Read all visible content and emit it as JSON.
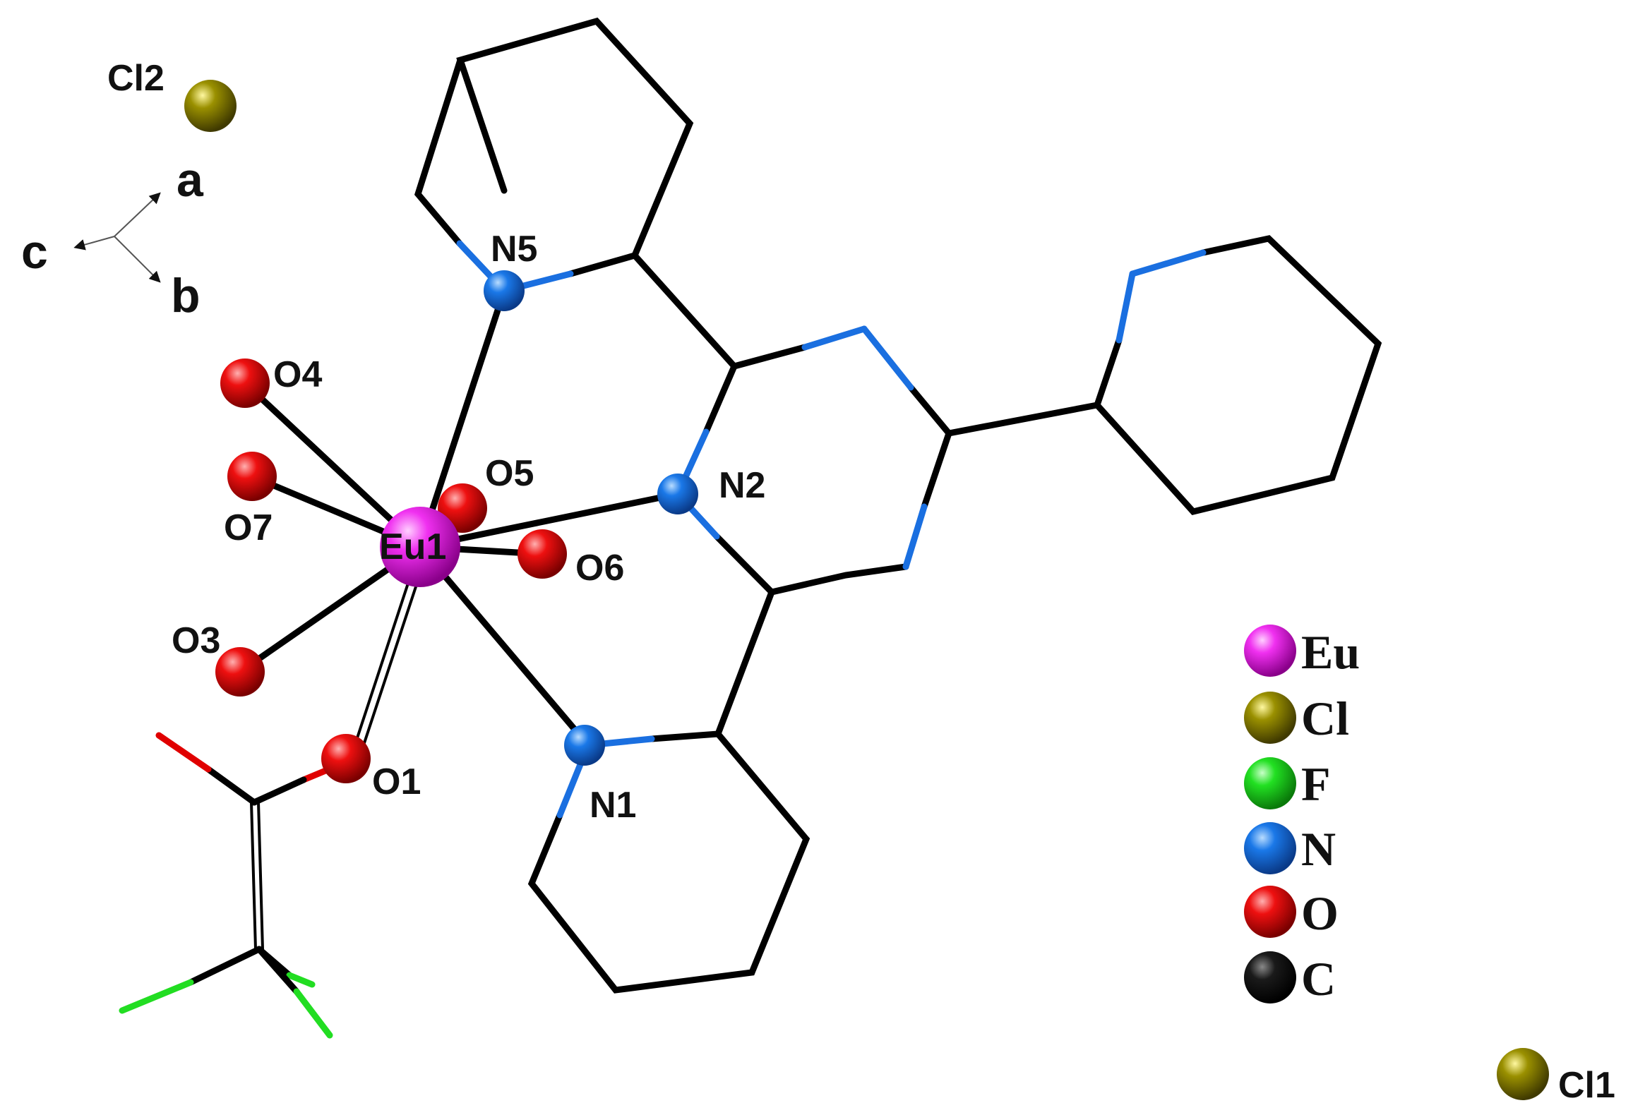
{
  "axes": {
    "a": "a",
    "b": "b",
    "c": "c"
  },
  "atom_labels": {
    "cl2": "Cl2",
    "cl1": "Cl1",
    "o1": "O1",
    "o3": "O3",
    "o4": "O4",
    "o5": "O5",
    "o6": "O6",
    "o7": "O7",
    "eu1": "Eu1",
    "n1": "N1",
    "n2": "N2",
    "n5": "N5"
  },
  "legend": [
    {
      "element": "Eu",
      "color": "#e600e6"
    },
    {
      "element": "Cl",
      "color": "#8a8200"
    },
    {
      "element": "F",
      "color": "#22dd22"
    },
    {
      "element": "N",
      "color": "#1a6fe0"
    },
    {
      "element": "O",
      "color": "#e00000"
    },
    {
      "element": "C",
      "color": "#000000"
    }
  ],
  "colors": {
    "bond": "#000000",
    "nitrogen_bond": "#1a6fe0",
    "oxygen_bond": "#e00000",
    "fluorine_bond": "#22dd22"
  }
}
